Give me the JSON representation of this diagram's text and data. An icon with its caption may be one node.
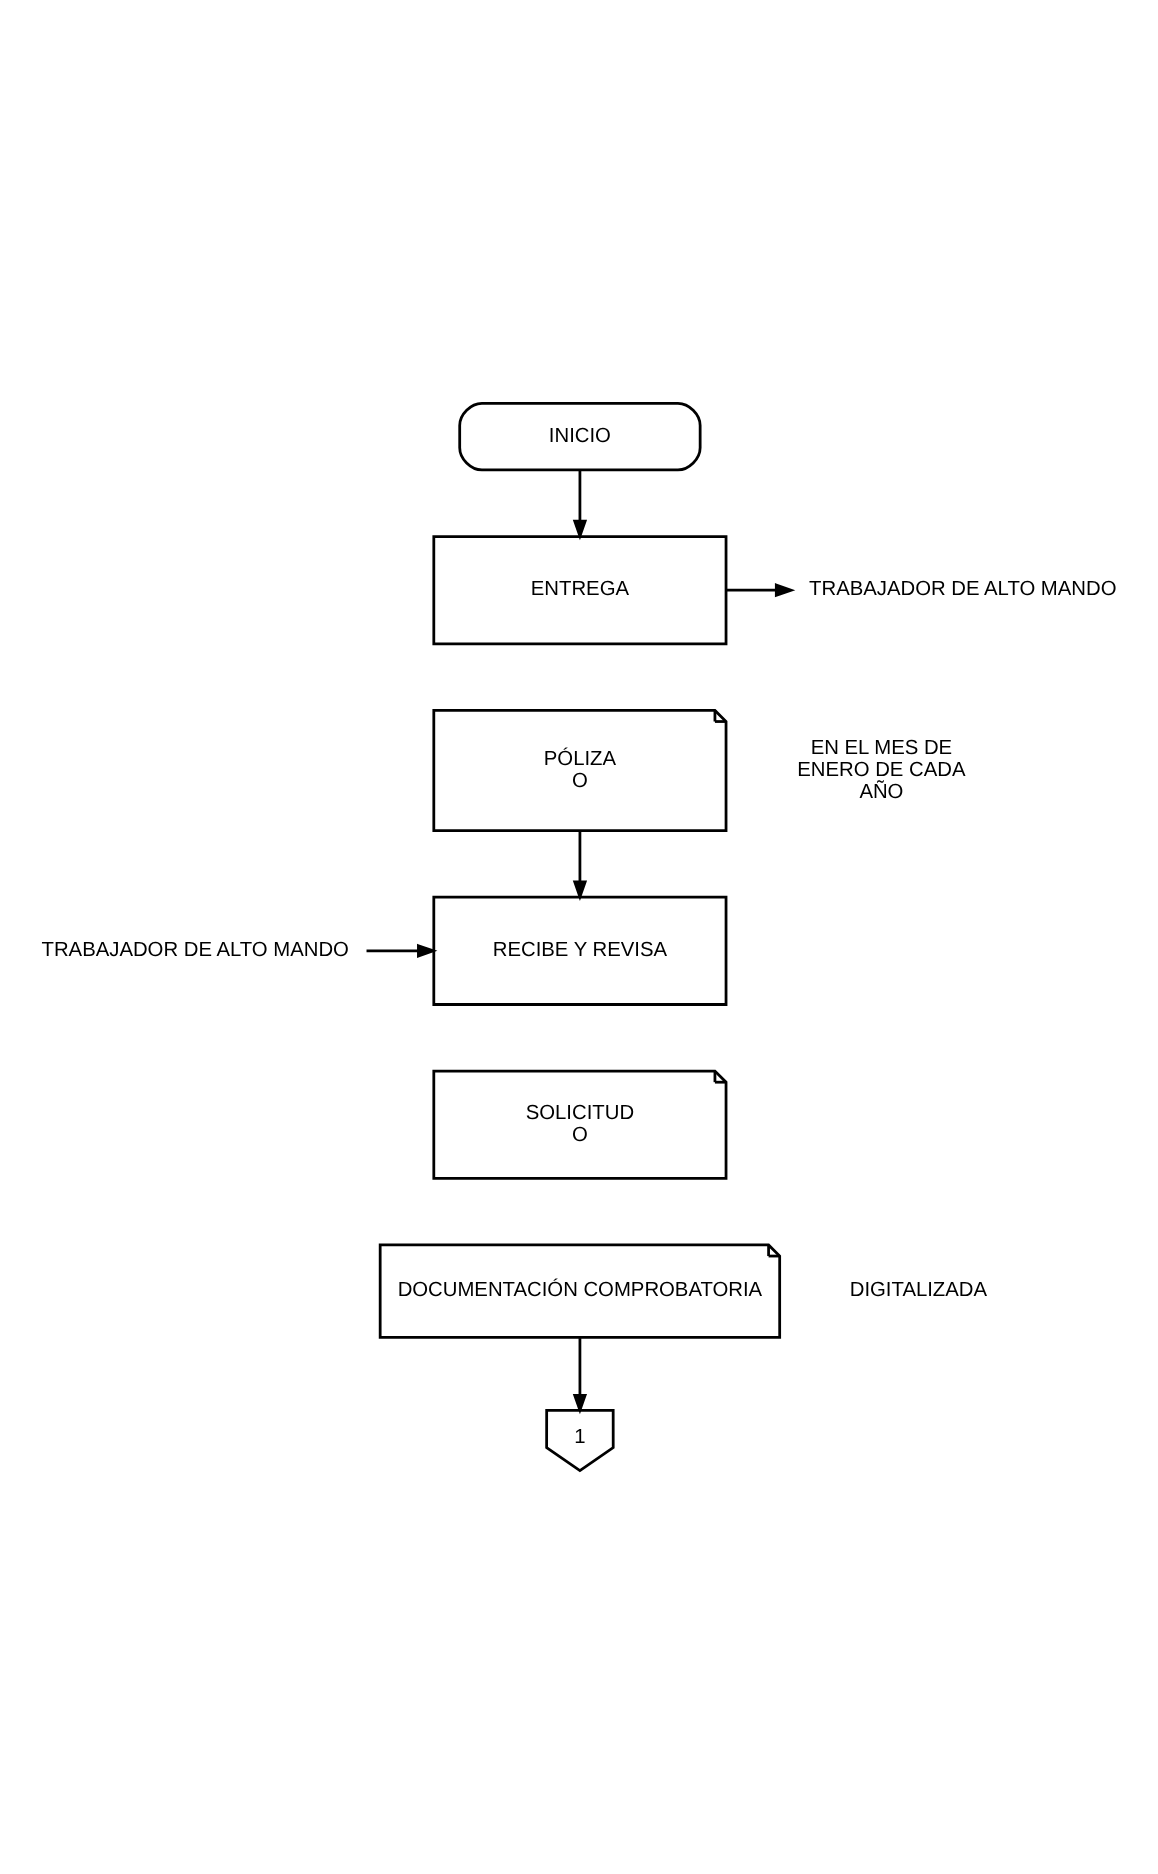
{
  "diagram": {
    "nodes": [
      {
        "text": [
          "INICIO"
        ]
      },
      {
        "text": [
          "ENTREGA"
        ]
      },
      {
        "text": [
          "TRABAJADOR DE ALTO MANDO"
        ]
      },
      {
        "text": [
          "PÓLIZA",
          "O"
        ],
        "beside": [
          "EN EL MES DE ENERO DE CADA AÑO"
        ]
      },
      {
        "text": [
          "TRABAJADOR DE ALTO MANDO"
        ]
      },
      {
        "text": [
          "RECIBE Y REVISA"
        ]
      },
      {
        "text": [
          "SOLICITUD",
          "O"
        ]
      },
      {
        "text": [
          "DOCUMENTACIÓN COMPROBATORIA"
        ],
        "beside": [
          "DIGITALIZADA"
        ]
      },
      {
        "text": [
          "1"
        ]
      }
    ],
    "edges": [
      {
        "from": 0,
        "to": 1,
        "arrow": "to"
      },
      {
        "from": 1,
        "to": 2,
        "arrow": "to"
      },
      {
        "from": 3,
        "to": 5,
        "arrow": "to"
      },
      {
        "from": 4,
        "to": 5,
        "arrow": "to"
      },
      {
        "from": 7,
        "to": 8,
        "arrow": "to"
      }
    ]
  }
}
